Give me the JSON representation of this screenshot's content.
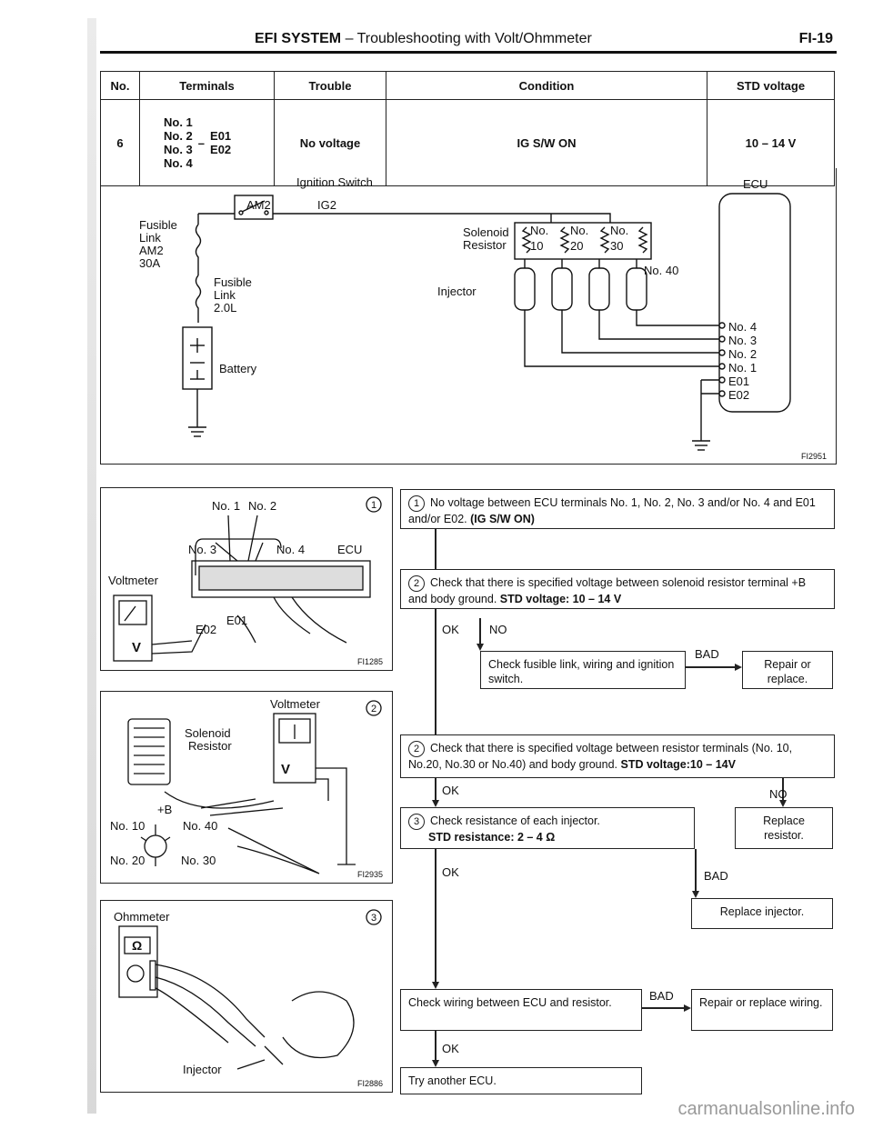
{
  "header": {
    "title_bold": "EFI SYSTEM",
    "title_rest": " – Troubleshooting with Volt/Ohmmeter",
    "page_no": "FI-19"
  },
  "table": {
    "headers": [
      "No.",
      "Terminals",
      "Trouble",
      "Condition",
      "STD voltage"
    ],
    "row": {
      "no": "6",
      "terminals_left": [
        "No. 1",
        "No. 2",
        "No. 3",
        "No. 4"
      ],
      "terminals_right": [
        "E01",
        "E02"
      ],
      "trouble": "No voltage",
      "condition": "IG S/W ON",
      "std_voltage": "10 – 14 V"
    }
  },
  "diagram": {
    "ignition_switch": "Ignition Switch",
    "am2": "AM2",
    "ig2": "IG2",
    "fusible_link_am2": [
      "Fusible",
      "Link",
      "AM2",
      "30A"
    ],
    "fusible_link_2": [
      "Fusible",
      "Link",
      "2.0L"
    ],
    "battery": "Battery",
    "solenoid_resistor": [
      "Solenoid",
      "Resistor"
    ],
    "resistor_terms": [
      "No.",
      "No.",
      "No."
    ],
    "resistor_nums": [
      "10",
      "20",
      "30"
    ],
    "no40": "No. 40",
    "injector": "Injector",
    "ecu": "ECU",
    "ecu_terms": [
      "No. 4",
      "No. 3",
      "No. 2",
      "No. 1",
      "E01",
      "E02"
    ],
    "fig_code": "FI2951"
  },
  "panel1": {
    "circle": "1",
    "no1": "No. 1",
    "no2": "No. 2",
    "no3": "No. 3",
    "no4": "No. 4",
    "ecu": "ECU",
    "voltmeter": "Voltmeter",
    "e02": "E02",
    "e01": "E01",
    "v": "V",
    "fig_code": "FI1285"
  },
  "panel2": {
    "circle": "2",
    "voltmeter": "Voltmeter",
    "solenoid": "Solenoid",
    "resistor": "Resistor",
    "plus_b": "+B",
    "no10": "No. 10",
    "no40": "No. 40",
    "no20": "No. 20",
    "no30": "No. 30",
    "v": "V",
    "fig_code": "FI2935"
  },
  "panel3": {
    "circle": "3",
    "ohmmeter": "Ohmmeter",
    "omega": "Ω",
    "injector": "Injector",
    "fig_code": "FI2886"
  },
  "flow": {
    "step1": {
      "num": "1",
      "text": "No voltage between ECU terminals No. 1, No. 2, No. 3 and/or No. 4 and E01 and/or E02.",
      "bold": "(IG S/W ON)"
    },
    "step2": {
      "num": "2",
      "text": "Check that there is specified voltage between solenoid resistor terminal +B and body ground.",
      "bold": "STD voltage:  10 – 14 V"
    },
    "ok1": "OK",
    "no1": "NO",
    "check_fusible": "Check fusible link, wiring and ignition switch.",
    "bad1": "BAD",
    "repair1": "Repair or replace.",
    "step2b": {
      "num": "2",
      "text": "Check that there is specified voltage between resistor terminals (No. 10, No.20, No.30 or No.40) and body ground.",
      "bold": "STD voltage:10 – 14V"
    },
    "ok2": "OK",
    "no2": "NO",
    "step3": {
      "num": "3",
      "text": "Check resistance of each injector.",
      "bold": "STD resistance:  2 – 4 Ω"
    },
    "replace_resistor": "Replace resistor.",
    "ok3": "OK",
    "bad2": "BAD",
    "replace_injector": "Replace injector.",
    "check_wiring": "Check wiring between ECU and resistor.",
    "bad3": "BAD",
    "repair_wiring": "Repair or replace wiring.",
    "ok4": "OK",
    "try_ecu": "Try another ECU."
  },
  "watermark": "carmanualsonline.info"
}
